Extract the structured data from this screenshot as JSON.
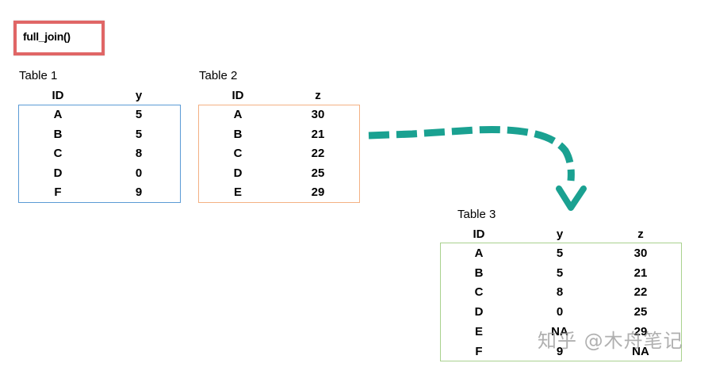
{
  "title": "full_join()",
  "table1": {
    "label": "Table 1",
    "headers": [
      "ID",
      "y"
    ],
    "border_color": "#5b9bd5",
    "rows": [
      [
        "A",
        "5"
      ],
      [
        "B",
        "5"
      ],
      [
        "C",
        "8"
      ],
      [
        "D",
        "0"
      ],
      [
        "F",
        "9"
      ]
    ]
  },
  "table2": {
    "label": "Table 2",
    "headers": [
      "ID",
      "z"
    ],
    "border_color": "#f4b183",
    "rows": [
      [
        "A",
        "30"
      ],
      [
        "B",
        "21"
      ],
      [
        "C",
        "22"
      ],
      [
        "D",
        "25"
      ],
      [
        "E",
        "29"
      ]
    ]
  },
  "table3": {
    "label": "Table 3",
    "headers": [
      "ID",
      "y",
      "z"
    ],
    "border_color": "#a9d18e",
    "rows": [
      [
        "A",
        "5",
        "30"
      ],
      [
        "B",
        "5",
        "21"
      ],
      [
        "C",
        "8",
        "22"
      ],
      [
        "D",
        "0",
        "25"
      ],
      [
        "E",
        "NA",
        "29"
      ],
      [
        "F",
        "9",
        "NA"
      ]
    ]
  },
  "arrow": {
    "color": "#1aa191",
    "style": "dashed"
  },
  "watermark": "知乎 @木舟笔记"
}
